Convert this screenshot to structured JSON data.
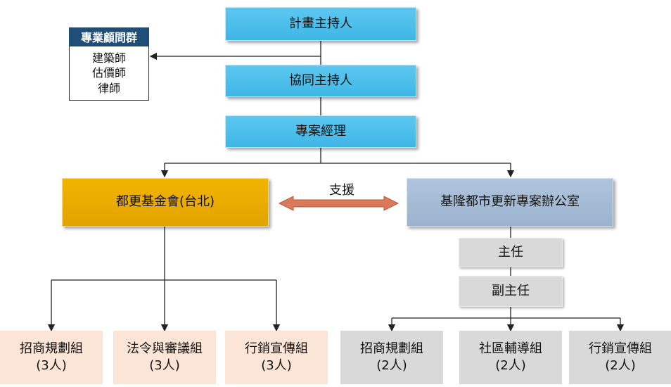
{
  "top_chain": {
    "leader": "計畫主持人",
    "co_leader": "協同主持人",
    "manager": "專案經理"
  },
  "advisors": {
    "title": "專業顧問群",
    "members": [
      "建築師",
      "估價師",
      "律師"
    ]
  },
  "left_branch": {
    "name": "都更基金會(台北)",
    "groups": [
      {
        "name": "招商規劃組",
        "count": "(3人)"
      },
      {
        "name": "法令與審議組",
        "count": "(3人)"
      },
      {
        "name": "行銷宣傳組",
        "count": "(3人)"
      }
    ]
  },
  "support_label": "支援",
  "right_branch": {
    "name": "基隆都市更新專案辦公室",
    "director": "主任",
    "deputy": "副主任",
    "groups": [
      {
        "name": "招商規劃組",
        "count": "(2人)"
      },
      {
        "name": "社區輔導組",
        "count": "(2人)"
      },
      {
        "name": "行銷宣傳組",
        "count": "(2人)"
      }
    ]
  },
  "colors": {
    "blue": "#45bbe8",
    "gold": "#e8aa00",
    "steel": "#a3b9d4",
    "peach": "#fbe5d6",
    "grey": "#d9d9d9",
    "advisor_header": "#1f4e79",
    "support_arrow": "#d97b5a"
  }
}
